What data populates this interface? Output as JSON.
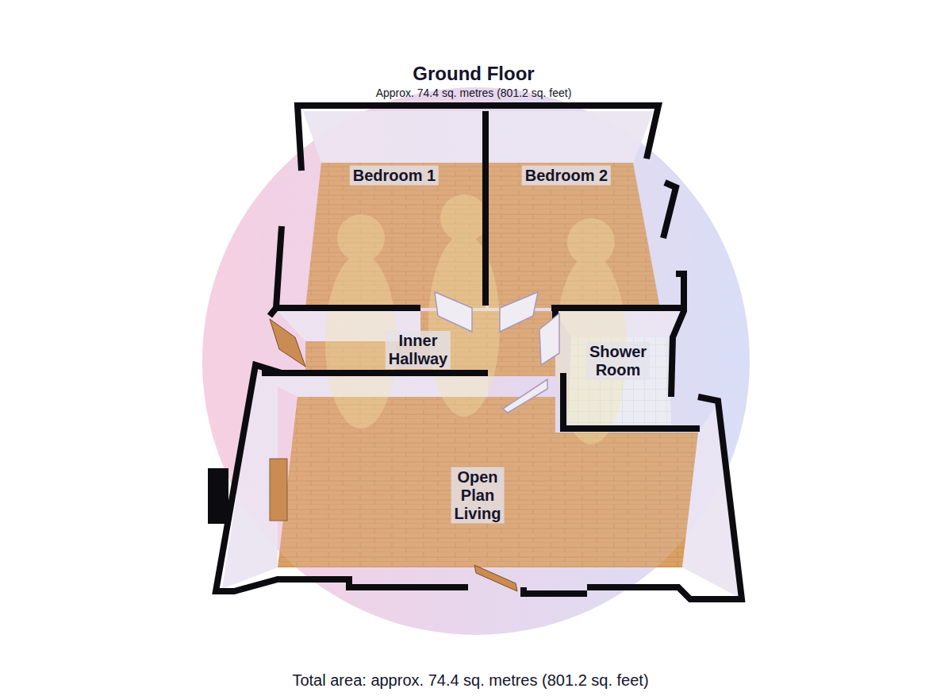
{
  "diagram": {
    "title": "Ground Floor",
    "caption": "Total area: approx. 74.4 sq. metres (801.2 sq. feet)",
    "nodes": [
      {
        "text": [
          "Bedroom 1"
        ]
      },
      {
        "text": [
          "Bedroom 2"
        ]
      },
      {
        "text": [
          "Inner Hallway"
        ]
      },
      {
        "text": [
          "Shower Room"
        ]
      },
      {
        "text": [
          "Open Plan Living"
        ]
      }
    ],
    "edges": [],
    "labels": [
      "Approx. 74.4 sq. metres (801.2 sq. feet)"
    ]
  }
}
